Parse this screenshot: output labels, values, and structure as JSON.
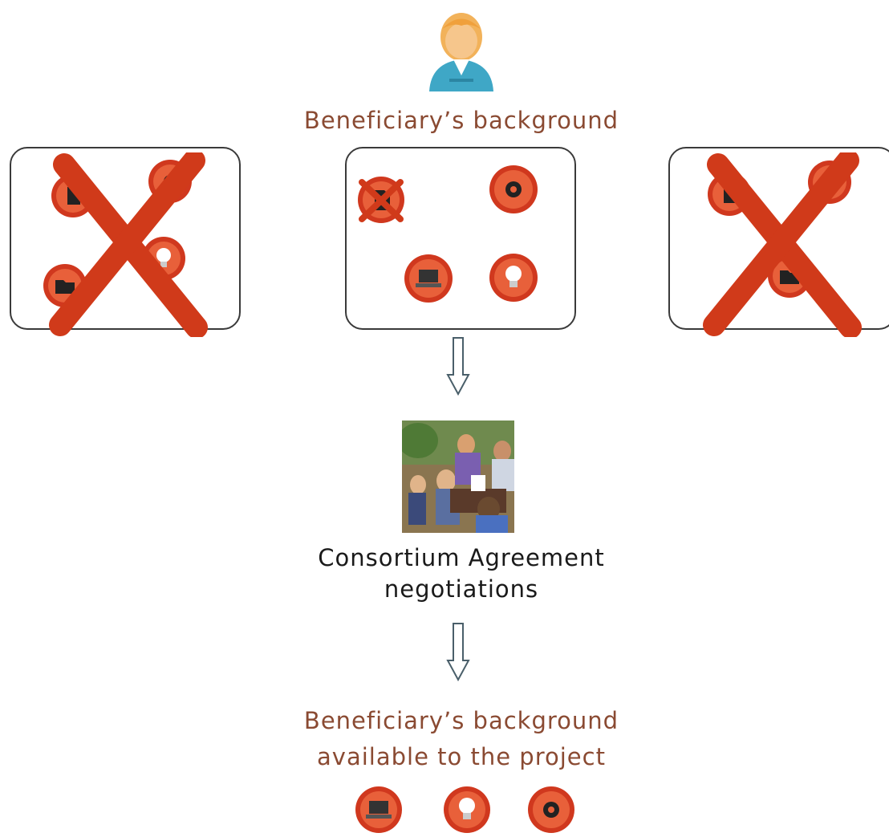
{
  "colors": {
    "brown": "#8a4a32",
    "dark": "#1a1a1a",
    "cross_red": "#d03a1a",
    "icon_red": "#d0381e",
    "arrow_stroke": "#4a5f6a"
  },
  "top_label": "Beneficiary’s background",
  "negotiation_label": {
    "line1": "Consortium Agreement",
    "line2": "negotiations"
  },
  "bottom_label": {
    "line1": "Beneficiary’s background",
    "line2": "available to the project"
  },
  "boxes": [
    {
      "name": "left",
      "crossed": true,
      "icons": [
        "document-icon",
        "gear-icon",
        "bulb-icon",
        "folder-icon"
      ]
    },
    {
      "name": "center",
      "crossed": false,
      "icons": [
        "crossed-document-icon",
        "gear-icon",
        "laptop-icon",
        "bulb-icon"
      ]
    },
    {
      "name": "right",
      "crossed": true,
      "icons": [
        "document-icon",
        "gear-icon",
        "folder-icon"
      ]
    }
  ],
  "result_icons": [
    "laptop-icon",
    "bulb-icon",
    "gear-icon"
  ]
}
